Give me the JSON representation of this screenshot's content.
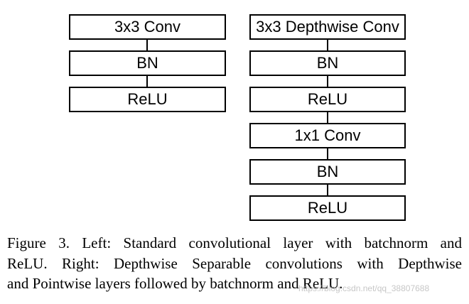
{
  "left_column": {
    "blocks": [
      "3x3 Conv",
      "BN",
      "ReLU"
    ]
  },
  "right_column": {
    "blocks": [
      "3x3 Depthwise Conv",
      "BN",
      "ReLU",
      "1x1 Conv",
      "BN",
      "ReLU"
    ]
  },
  "caption": {
    "lines": [
      "Figure 3. Left: Standard convolutional layer with batchnorm and",
      "ReLU. Right: Depthwise Separable convolutions with Depthwise",
      "and Pointwise layers followed by batchnorm and ReLU."
    ]
  },
  "watermark": "https://blog.csdn.net/qq_38807688",
  "colors": {
    "stroke": "#000000",
    "background": "#ffffff",
    "watermark": "#b9b9b9"
  }
}
